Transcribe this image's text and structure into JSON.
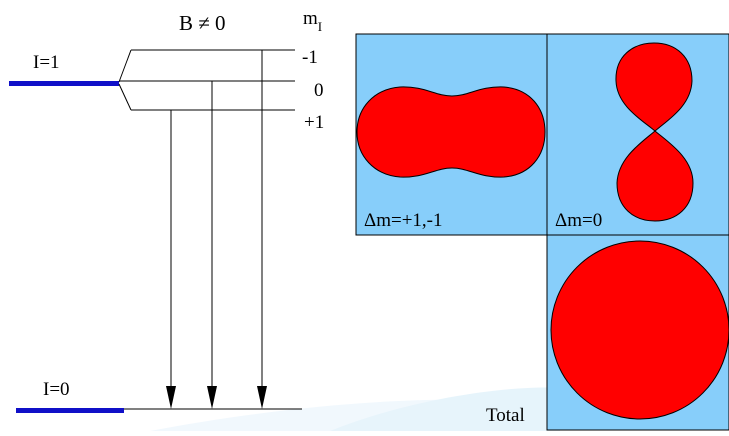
{
  "colors": {
    "background": "#ffffff",
    "level_bar": "#1010c8",
    "panel_fill": "#87cefa",
    "lobe_fill": "#ff0000",
    "line": "#000000",
    "swoosh": "#d6ecf8"
  },
  "level_diagram": {
    "field_label": "B ≠ 0",
    "mI_header": "m",
    "mI_subscript": "I",
    "upper_level_label": "I=1",
    "lower_level_label": "I=0",
    "sublevels": [
      "-1",
      "0",
      "+1"
    ]
  },
  "panels": {
    "delta_pm1_label": "Δm=+1,-1",
    "delta_zero_label": "Δm=0",
    "total_label": "Total"
  }
}
